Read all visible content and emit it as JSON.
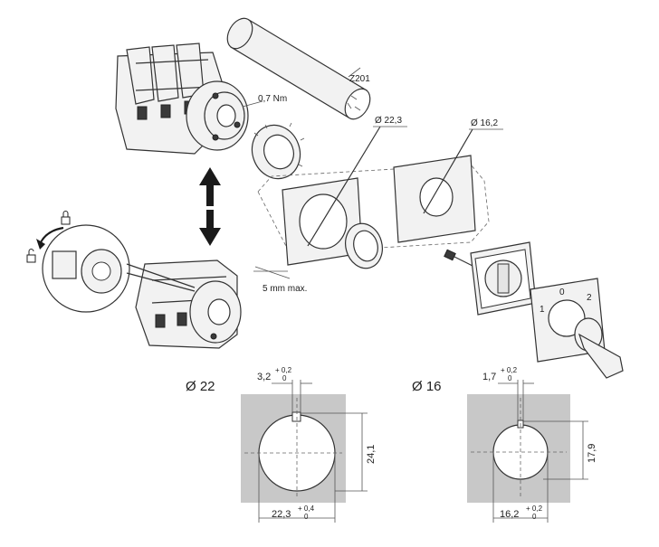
{
  "labels": {
    "tool": "Z201",
    "torque": "0,7 Nm",
    "hole_22": "Ø 22,3",
    "hole_16": "Ø 16,2",
    "panel_max": "5 mm max."
  },
  "knob_positions": [
    "1",
    "0",
    "2"
  ],
  "drawing_22": {
    "title": "Ø 22",
    "key_width": "3,2",
    "key_tol_top": "+ 0,2",
    "key_tol_bottom": "0",
    "height": "24,1",
    "diameter": "22,3",
    "dia_tol_top": "+ 0,4",
    "dia_tol_bottom": "0"
  },
  "drawing_16": {
    "title": "Ø 16",
    "key_width": "1,7",
    "key_tol_top": "+ 0,2",
    "key_tol_bottom": "0",
    "height": "17,9",
    "diameter": "16,2",
    "dia_tol_top": "+ 0,2",
    "dia_tol_bottom": "0"
  },
  "colors": {
    "panel_gray": "#c8c8c8",
    "line": "#333333",
    "arrow": "#1a1a1a"
  }
}
